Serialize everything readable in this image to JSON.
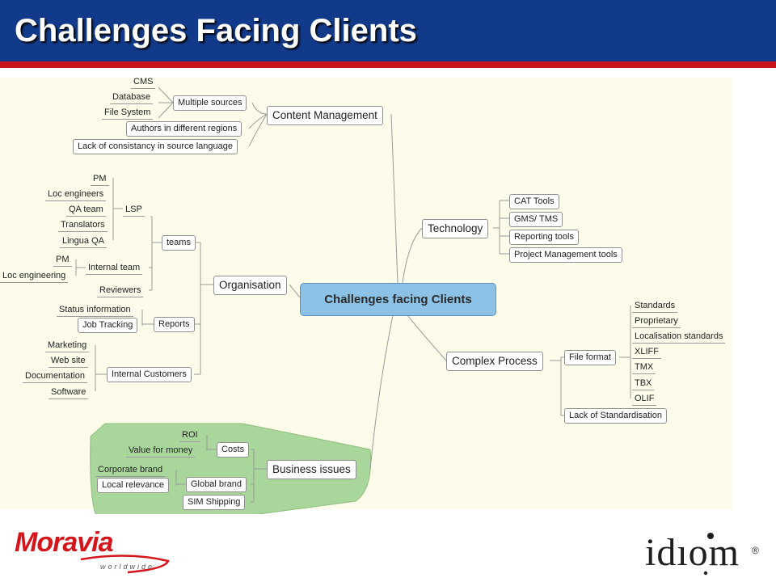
{
  "slide": {
    "title": "Challenges Facing Clients"
  },
  "mindmap": {
    "center": "Challenges facing Clients",
    "content_management": {
      "label": "Content Management",
      "multiple_sources": "Multiple sources",
      "sources": [
        "CMS",
        "Database",
        "File System"
      ],
      "authors": "Authors in different regions",
      "consistency": "Lack of consistancy in source language"
    },
    "technology": {
      "label": "Technology",
      "items": [
        "CAT Tools",
        "GMS/ TMS",
        "Reporting tools",
        "Project Management tools"
      ]
    },
    "organisation": {
      "label": "Organisation",
      "teams": "teams",
      "lsp": "LSP",
      "lsp_items": [
        "PM",
        "Loc engineers",
        "QA team",
        "Translators",
        "Lingua QA"
      ],
      "internal_team": "Internal team",
      "internal_items": [
        "PM",
        "Loc engineering"
      ],
      "reviewers": "Reviewers",
      "reports": "Reports",
      "report_items": [
        "Status information",
        "Job Tracking"
      ],
      "internal_customers": "Internal Customers",
      "customer_items": [
        "Marketing",
        "Web site",
        "Documentation",
        "Software"
      ]
    },
    "complex_process": {
      "label": "Complex Process",
      "file_format": "File format",
      "formats": [
        "Standards",
        "Proprietary",
        "Localisation standards",
        "XLIFF",
        "TMX",
        "TBX",
        "OLIF"
      ],
      "standardisation": "Lack of Standardisation"
    },
    "business_issues": {
      "label": "Business issues",
      "costs": "Costs",
      "cost_items": [
        "ROI",
        "Value for money"
      ],
      "global_brand": "Global brand",
      "brand_items": [
        "Corporate brand",
        "Local relevance"
      ],
      "sim_shipping": "SIM Shipping",
      "highlight_color": "#a8d69b"
    }
  },
  "logos": {
    "left": {
      "name": "Moravia",
      "tagline": "worldwide",
      "color": "#d4161c"
    },
    "right": {
      "name": "idiom",
      "registered": "®"
    }
  },
  "colors": {
    "header": "#123a8a",
    "accent_stripe": "#c8141a",
    "map_background": "#fdfcea",
    "center_node": "#8cc2e6"
  }
}
